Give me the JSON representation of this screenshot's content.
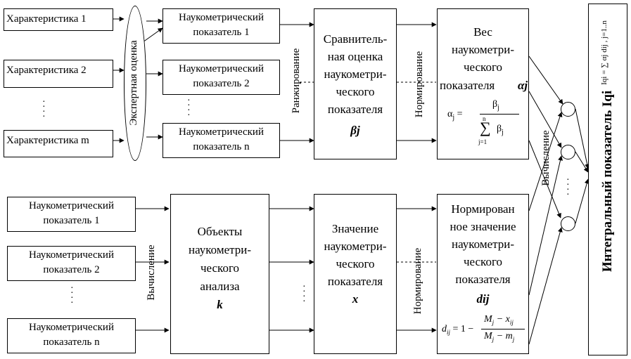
{
  "top": {
    "characteristics": [
      "Характеристика 1",
      "Характеристика 2",
      "Характеристика m"
    ],
    "expert_label": "Экспертная оценка",
    "indicators": [
      [
        "Наукометрический",
        "показатель 1"
      ],
      [
        "Наукометрический",
        "показатель 2"
      ],
      [
        "Наукометрический",
        "показатель n"
      ]
    ],
    "ranking_label": "Ранжирование",
    "comparative": [
      "Сравнитель-",
      "ная оценка",
      "наукометри-",
      "ческого",
      "показателя"
    ],
    "beta_symbol": "βj",
    "norm_label": "Нормирование",
    "weight": [
      "Вес",
      "наукометри-",
      "ческого",
      "показателя"
    ],
    "alpha_symbol": "αj",
    "alpha_formula": {
      "lhs": "α",
      "sub": "j",
      "eq": "=",
      "num": "β",
      "num_sub": "j",
      "den_sum": "∑",
      "den_top": "n",
      "den_bottom": "j=1",
      "den_var": "β",
      "den_sub": "j"
    }
  },
  "bottom": {
    "indicators": [
      [
        "Наукометрический",
        "показатель 1"
      ],
      [
        "Наукометрический",
        "показатель 2"
      ],
      [
        "Наукометрический",
        "показатель n"
      ]
    ],
    "calc_label": "Вычисление",
    "objects": [
      "Объекты",
      "наукометри-",
      "ческого",
      "анализа"
    ],
    "k_symbol": "k",
    "value": [
      "Значение",
      "наукометри-",
      "ческого",
      "показателя"
    ],
    "x_symbol": "x",
    "norm_label": "Нормирование",
    "normalized": [
      "Нормирован",
      "ное значение",
      "наукометри-",
      "ческого",
      "показателя"
    ],
    "d_symbol": "dij",
    "d_formula": {
      "lhs": "d",
      "lhs_sub": "ij",
      "eq": "= 1 −",
      "num": "M",
      "num_sub": "j",
      "num_minus": "− x",
      "num_x_sub": "ij",
      "den": "M",
      "den_sub": "j",
      "den_minus": "− m",
      "den_m_sub": "j"
    }
  },
  "right": {
    "calc_label": "Вычисление",
    "integral_label": "Интегральный показатель  Iqi",
    "integral_formula": "Iqi = ∑ αj dij , j=1..n"
  }
}
